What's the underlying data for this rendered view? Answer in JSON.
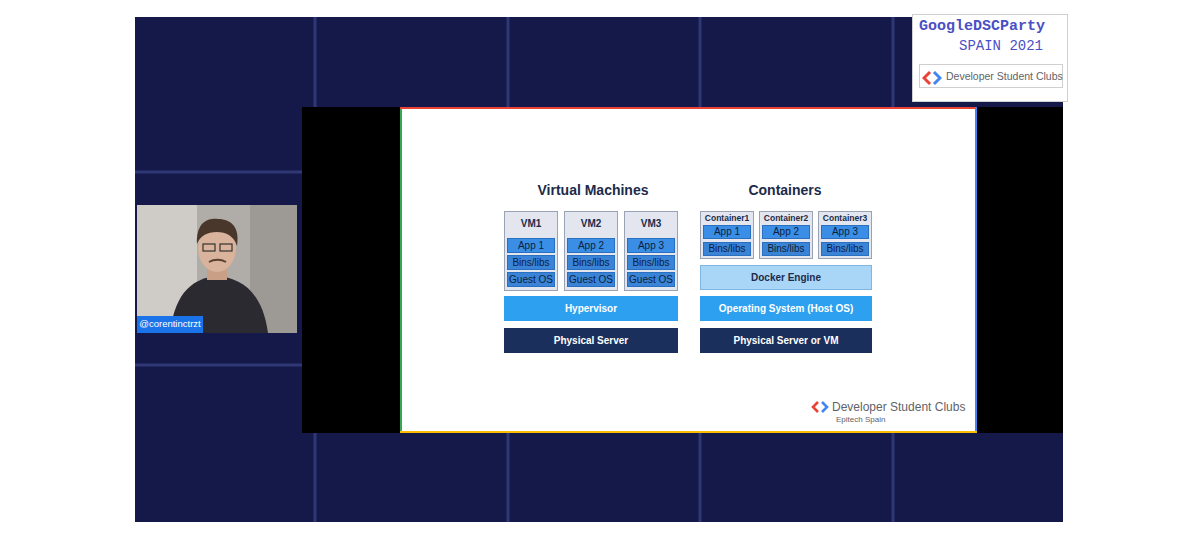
{
  "diagram": {
    "nodes": [
      {
        "text": [
          "GoogleDSCParty",
          "SPAIN 2021",
          "Developer Student Clubs"
        ]
      },
      {
        "text": [
          "@corentinctrzt"
        ]
      },
      {
        "text": [
          "VM1"
        ]
      },
      {
        "text": [
          "App 1"
        ],
        "in": 2
      },
      {
        "text": [
          "Bins/libs"
        ],
        "in": 2
      },
      {
        "text": [
          "Guest OS"
        ],
        "in": 2
      },
      {
        "text": [
          "VM2"
        ]
      },
      {
        "text": [
          "App 2"
        ],
        "in": 6
      },
      {
        "text": [
          "Bins/libs"
        ],
        "in": 6
      },
      {
        "text": [
          "Guest OS"
        ],
        "in": 6
      },
      {
        "text": [
          "VM3"
        ]
      },
      {
        "text": [
          "App 3"
        ],
        "in": 10
      },
      {
        "text": [
          "Bins/libs"
        ],
        "in": 10
      },
      {
        "text": [
          "Guest OS"
        ],
        "in": 10
      },
      {
        "text": [
          "Hypervisor"
        ]
      },
      {
        "text": [
          "Physical Server"
        ]
      },
      {
        "text": [
          "Container1"
        ]
      },
      {
        "text": [
          "App 1"
        ],
        "in": 16
      },
      {
        "text": [
          "Bins/libs"
        ],
        "in": 16
      },
      {
        "text": [
          "Container2"
        ]
      },
      {
        "text": [
          "App 2"
        ],
        "in": 19
      },
      {
        "text": [
          "Bins/libs"
        ],
        "in": 19
      },
      {
        "text": [
          "Container3"
        ]
      },
      {
        "text": [
          "App 3"
        ],
        "in": 22
      },
      {
        "text": [
          "Bins/libs"
        ],
        "in": 22
      },
      {
        "text": [
          "Docker Engine"
        ]
      },
      {
        "text": [
          "Operating System (Host OS)"
        ]
      },
      {
        "text": [
          "Physical Server or VM"
        ]
      }
    ],
    "labels": [
      "Virtual Machines",
      "Containers",
      "Developer Student Clubs",
      "Epitech Spain"
    ]
  }
}
